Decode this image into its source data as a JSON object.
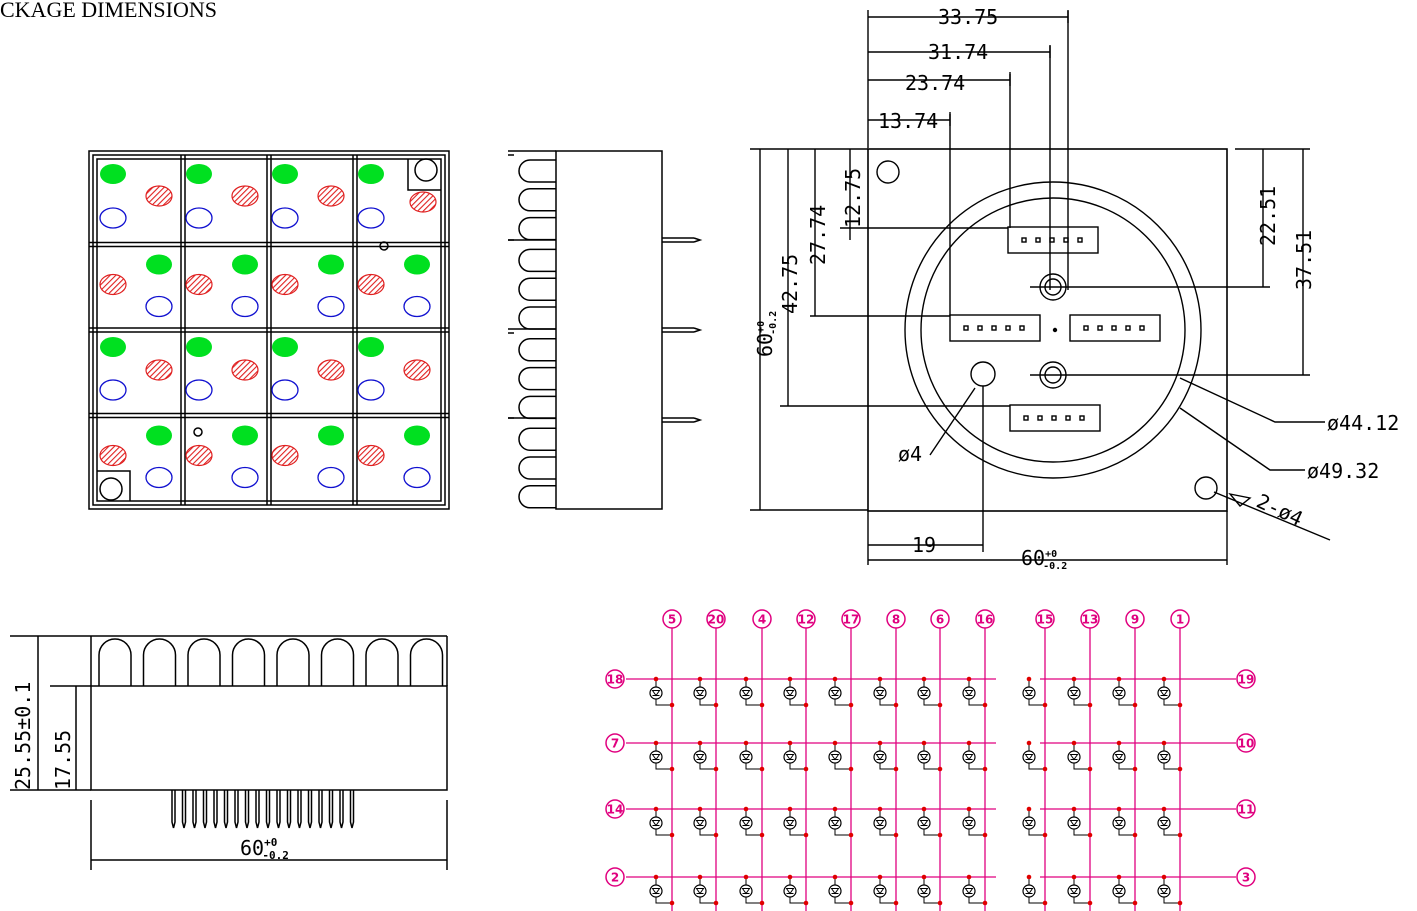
{
  "title": "CKAGE DIMENSIONS",
  "front_view": {
    "columns": 4,
    "rows": 4,
    "colors": {
      "green": "#00e020",
      "red": "#e02020",
      "blue": "#1010d0",
      "line": "#000000"
    }
  },
  "top_view": {
    "dims_horizontal": [
      "33.75",
      "31.74",
      "23.74",
      "13.74"
    ],
    "dims_left": [
      "12.75",
      "27.74",
      "42.75"
    ],
    "dims_right": [
      "22.51",
      "37.51"
    ],
    "height": {
      "base": "60",
      "sup": "+0",
      "sub": "-0.2"
    },
    "width": {
      "base": "60",
      "sup": "+0",
      "sub": "-0.2"
    },
    "offset_19": "19",
    "hole_small": "ø4",
    "ring_inner": "ø44.12",
    "ring_outer": "ø49.32",
    "mount_holes": "2-ø4"
  },
  "side_view": {
    "height_total": "25.55±0.1",
    "height_body": "17.55",
    "width": {
      "base": "60",
      "sup": "+0",
      "sub": "-0.2"
    }
  },
  "schematic": {
    "top_pins": [
      "5",
      "20",
      "4",
      "12",
      "17",
      "8",
      "6",
      "16",
      "15",
      "13",
      "9",
      "1"
    ],
    "left_pins": [
      "18",
      "7",
      "14",
      "2"
    ],
    "right_pins": [
      "19",
      "10",
      "11",
      "3"
    ],
    "colors": {
      "wire": "#e0007f",
      "dot": "#e00000",
      "led": "#000000"
    }
  }
}
